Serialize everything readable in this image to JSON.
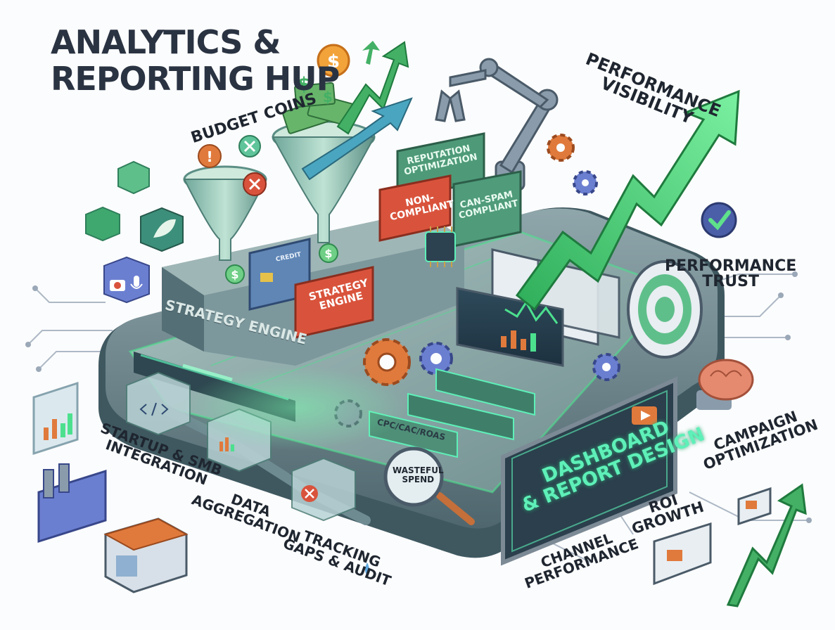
{
  "title": {
    "line1": "ANALYTICS &",
    "line2": "REPORTING HUP"
  },
  "labels": {
    "budget_coins": "BUDGET COINS",
    "performance_visibility": [
      "PERFORMANCE",
      "VISIBILITY"
    ],
    "performance_trust": [
      "PERFORMANCE",
      "TRUST"
    ],
    "campaign_optimization": [
      "CAMPAIGN",
      "OPTIMIZATION"
    ],
    "roi_growth": [
      "ROI",
      "GROWTH"
    ],
    "channel_performance": [
      "CHANNEL",
      "PERFORMANCE"
    ],
    "tracking_gaps": [
      "TRACKING",
      "GAPS & AUDIT"
    ],
    "data_aggregation": [
      "DATA",
      "AGGREGATION"
    ],
    "startup_integration": [
      "STARTUP & SMB",
      "INTEGRATION"
    ]
  },
  "embedded": {
    "strategy_engine_platform": "STRATEGY ENGINE",
    "strategy_engine_block": [
      "STRATEGY",
      "ENGINE"
    ],
    "reputation_optimization": [
      "REPUTATION",
      "OPTIMIZATION"
    ],
    "non_compliant": [
      "NON-",
      "COMPLIANT"
    ],
    "can_spam_compliant": [
      "CAN-SPAM",
      "COMPLIANT"
    ],
    "credit": "CREDIT",
    "metrics": "CPC/CAC/ROAS",
    "wasteful_spend": [
      "WASTEFUL",
      "SPEND"
    ],
    "dashboard": [
      "DASHBOARD",
      "& REPORT DESIGN"
    ]
  },
  "icons": [
    "dollar-coin-icon",
    "gear-icon",
    "funnel-icon",
    "robotic-arm-icon",
    "checkmark-icon",
    "target-icon",
    "brain-icon",
    "play-icon",
    "magnifier-icon",
    "factory-icon",
    "store-icon",
    "camera-icon",
    "microphone-icon",
    "leaf-icon",
    "code-icon",
    "bar-chart-icon",
    "warning-icon",
    "close-icon",
    "chip-icon",
    "credit-card-icon",
    "growth-arrow-icon"
  ],
  "colors": {
    "platform": "#5e7a82",
    "neon": "#4ce08e",
    "arrow": "#3fcf6a",
    "orange": "#e07a3c",
    "red": "#d9533c",
    "dashboard_text": "#5ef0b8",
    "coin": "#f2a33a"
  }
}
